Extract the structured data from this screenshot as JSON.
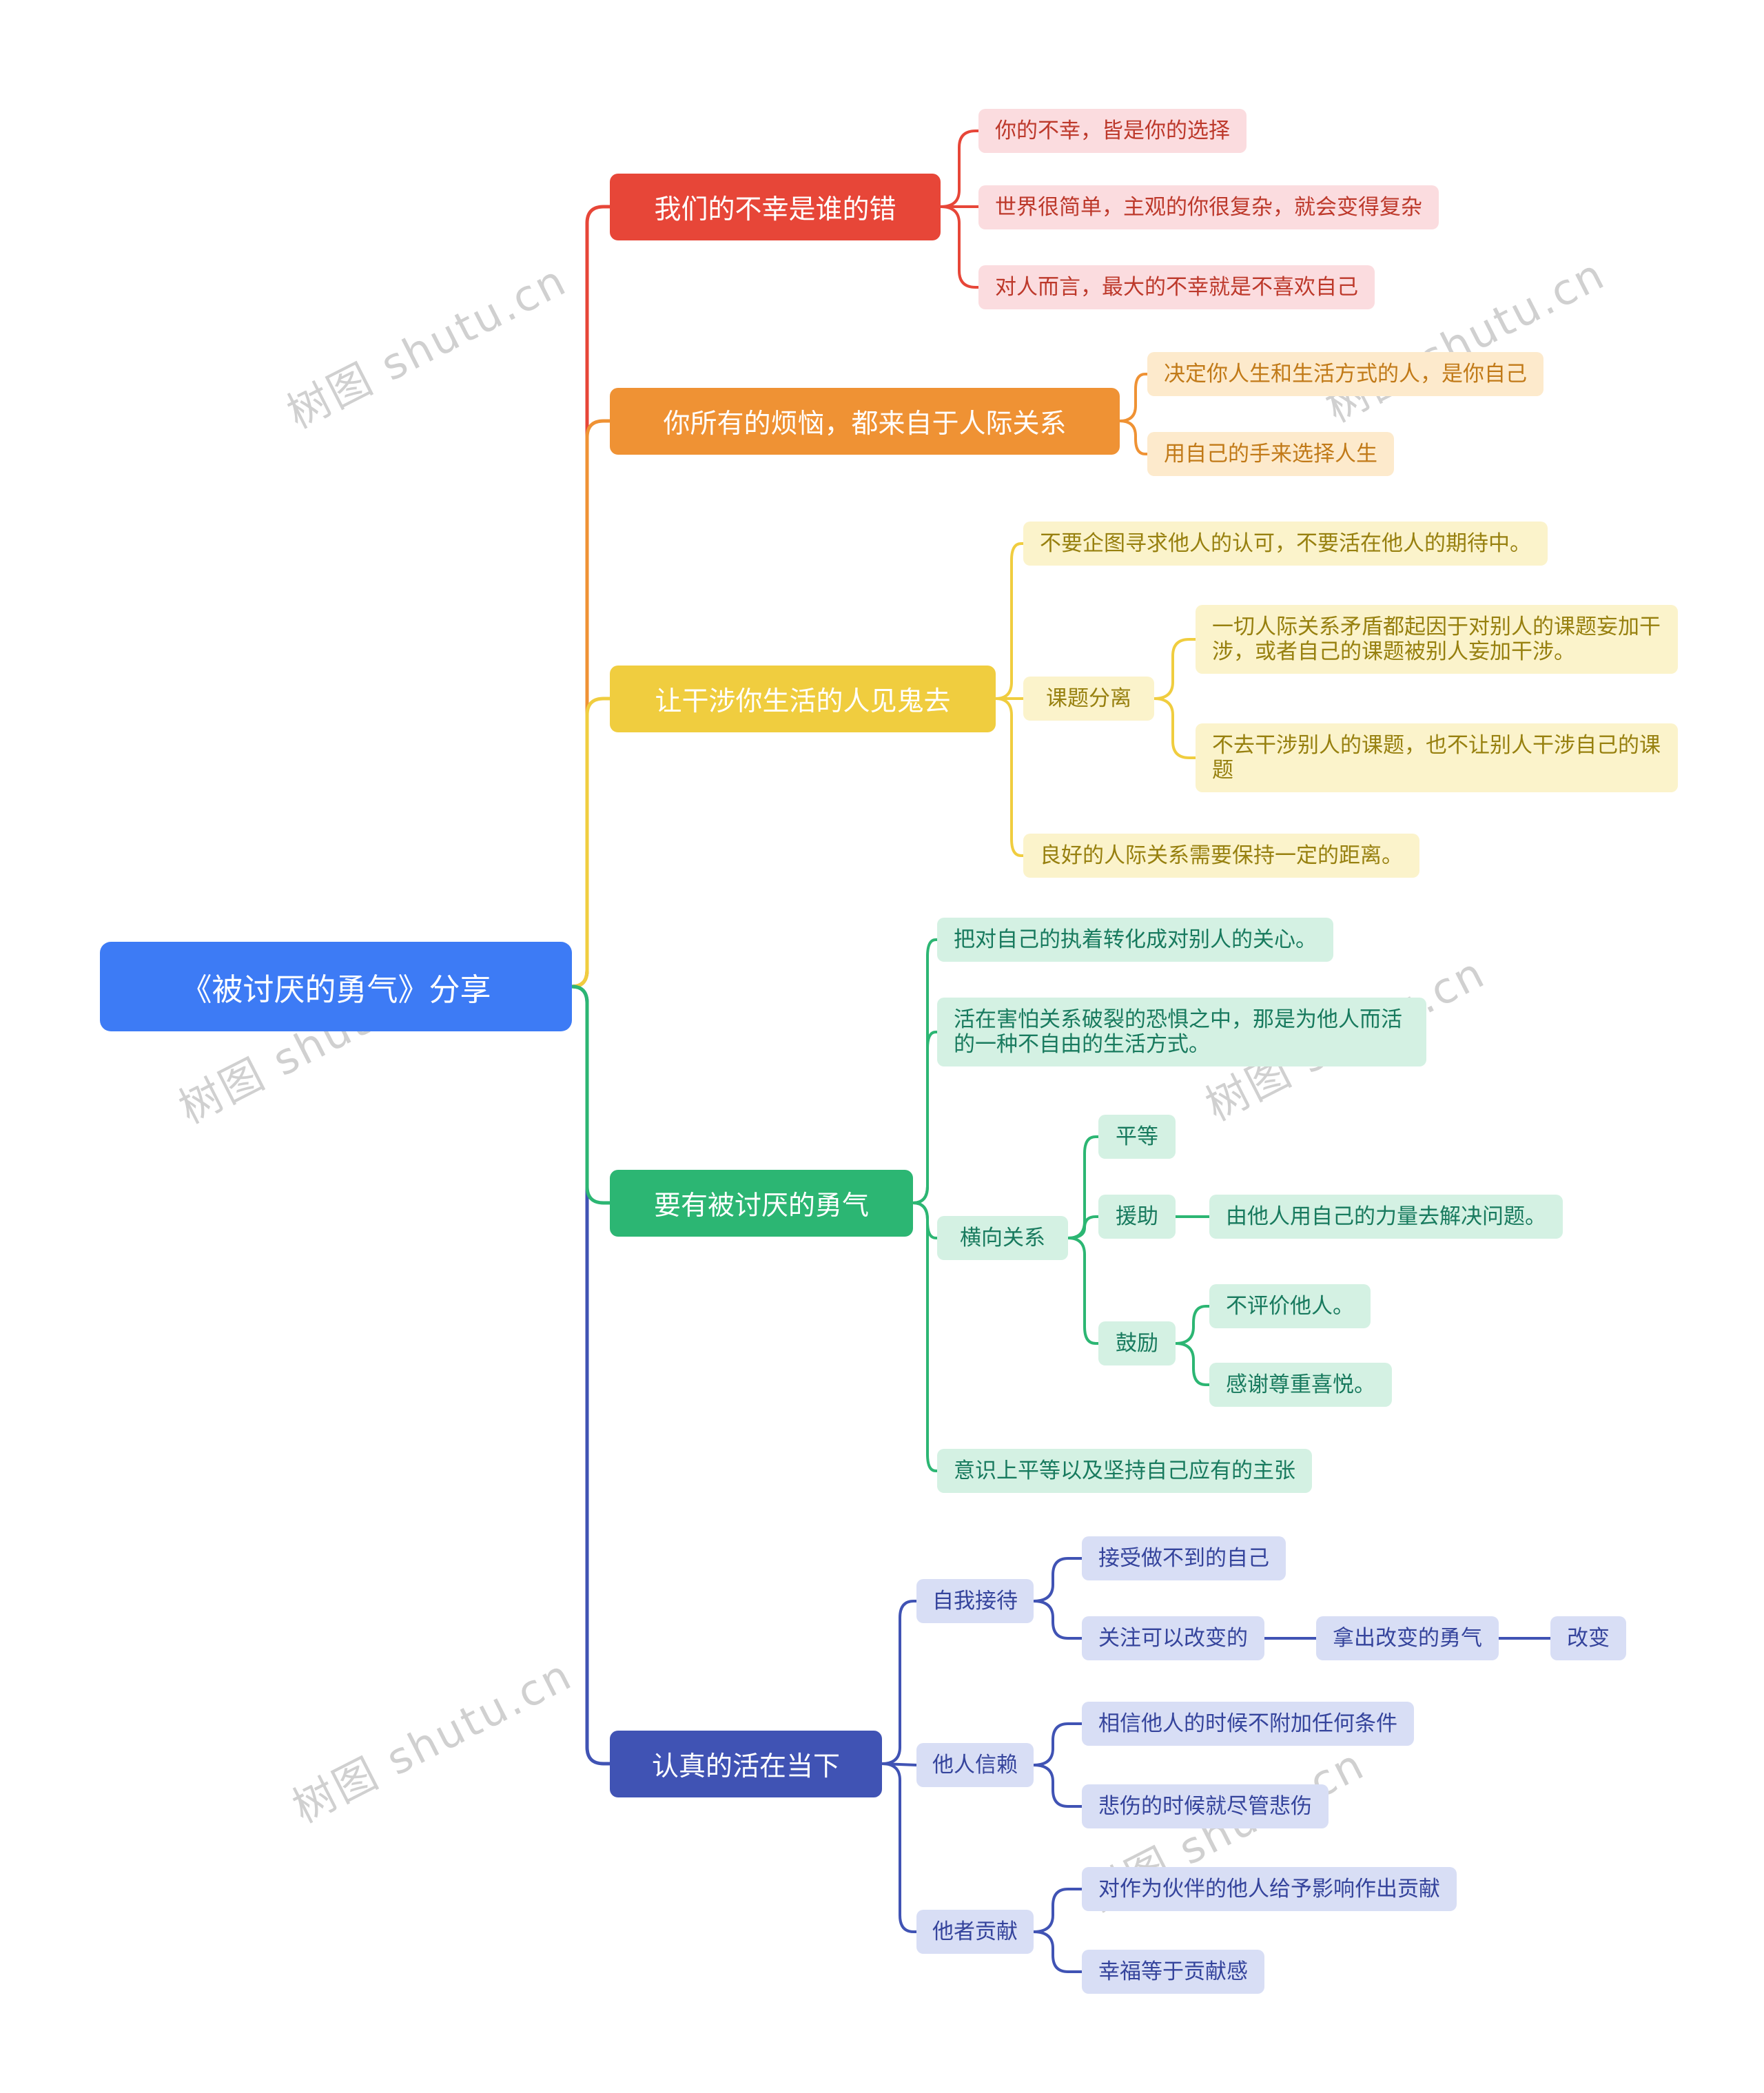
{
  "watermark": {
    "text": "树图 shutu.cn"
  },
  "colors": {
    "root_blue": "#3d7bf5",
    "branch_red": "#e74638",
    "branch_orange": "#ef9234",
    "branch_yellow": "#f0cd3f",
    "branch_green": "#2cb673",
    "branch_indigo": "#4053b4"
  },
  "mindmap": {
    "root": "《被讨厌的勇气》分享",
    "branches": [
      {
        "label": "我们的不幸是谁的错",
        "children": [
          {
            "label": "你的不幸，皆是你的选择"
          },
          {
            "label": "世界很简单，主观的你很复杂，就会变得复杂"
          },
          {
            "label": "对人而言，最大的不幸就是不喜欢自己"
          }
        ]
      },
      {
        "label": "你所有的烦恼，都来自于人际关系",
        "children": [
          {
            "label": "决定你人生和生活方式的人，是你自己"
          },
          {
            "label": "用自己的手来选择人生"
          }
        ]
      },
      {
        "label": "让干涉你生活的人见鬼去",
        "children": [
          {
            "label": "不要企图寻求他人的认可，不要活在他人的期待中。"
          },
          {
            "label": "课题分离",
            "children": [
              {
                "label": "一切人际关系矛盾都起因于对别人的课题妄加干涉，或者自己的课题被别人妄加干涉。"
              },
              {
                "label": "不去干涉别人的课题，也不让别人干涉自己的课题"
              }
            ]
          },
          {
            "label": "良好的人际关系需要保持一定的距离。"
          }
        ]
      },
      {
        "label": "要有被讨厌的勇气",
        "children": [
          {
            "label": "把对自己的执着转化成对别人的关心。"
          },
          {
            "label": "活在害怕关系破裂的恐惧之中，那是为他人而活的一种不自由的生活方式。"
          },
          {
            "label": "横向关系",
            "children": [
              {
                "label": "平等"
              },
              {
                "label": "援助",
                "children": [
                  {
                    "label": "由他人用自己的力量去解决问题。"
                  }
                ]
              },
              {
                "label": "鼓励",
                "children": [
                  {
                    "label": "不评价他人。"
                  },
                  {
                    "label": "感谢尊重喜悦。"
                  }
                ]
              }
            ]
          },
          {
            "label": "意识上平等以及坚持自己应有的主张"
          }
        ]
      },
      {
        "label": "认真的活在当下",
        "children": [
          {
            "label": "自我接待",
            "children": [
              {
                "label": "接受做不到的自己"
              },
              {
                "label": "关注可以改变的",
                "children": [
                  {
                    "label": "拿出改变的勇气",
                    "children": [
                      {
                        "label": "改变"
                      }
                    ]
                  }
                ]
              }
            ]
          },
          {
            "label": "他人信赖",
            "children": [
              {
                "label": "相信他人的时候不附加任何条件"
              },
              {
                "label": "悲伤的时候就尽管悲伤"
              }
            ]
          },
          {
            "label": "他者贡献",
            "children": [
              {
                "label": "对作为伙伴的他人给予影响作出贡献"
              },
              {
                "label": "幸福等于贡献感"
              }
            ]
          }
        ]
      }
    ]
  }
}
